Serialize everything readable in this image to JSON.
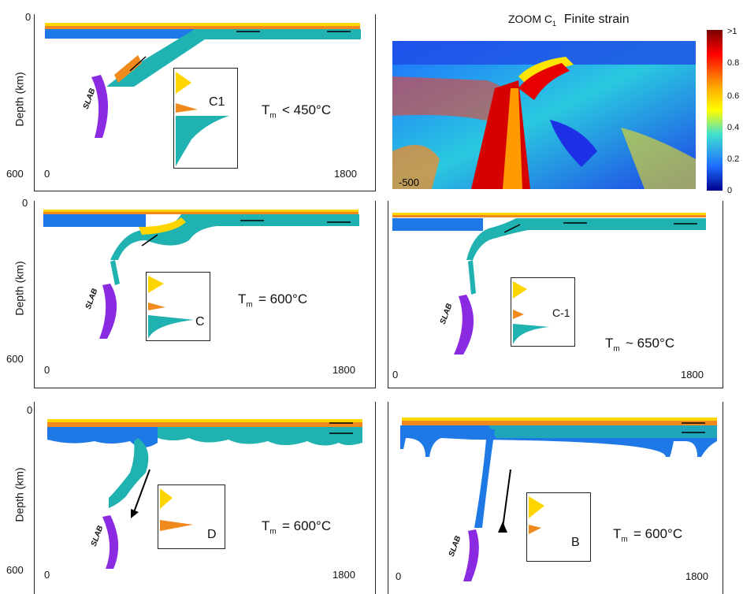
{
  "axes": {
    "depth_label": "Depth (km)",
    "depth_top": "0",
    "depth_bottom": "600",
    "x_start": "0",
    "x_end": "1800"
  },
  "slab_label": "SLAB",
  "panels": [
    {
      "id": "p1",
      "temperature": "< 450°C",
      "inset_label": "C1"
    },
    {
      "id": "p2",
      "temperature": "= 600°C",
      "inset_label": "C"
    },
    {
      "id": "p3",
      "temperature": "~ 650°C",
      "inset_label": "C-1"
    },
    {
      "id": "p4",
      "temperature": "= 600°C",
      "inset_label": "D"
    },
    {
      "id": "p5",
      "temperature": "= 600°C",
      "inset_label": "B"
    }
  ],
  "tm_symbol": "T",
  "tm_sub": "m",
  "zoom": {
    "title_prefix": "ZOOM C",
    "title_sub": "1",
    "title_suffix": "Finite strain",
    "x_label": "-500",
    "colorbar_ticks": [
      ">1",
      "0.8",
      "0.6",
      "0.4",
      "0.2",
      "0"
    ]
  },
  "colors": {
    "yellow": "#ffd500",
    "orange": "#f08a1c",
    "blue": "#1e78e6",
    "teal": "#20b2b0",
    "purple": "#8a2be2"
  }
}
